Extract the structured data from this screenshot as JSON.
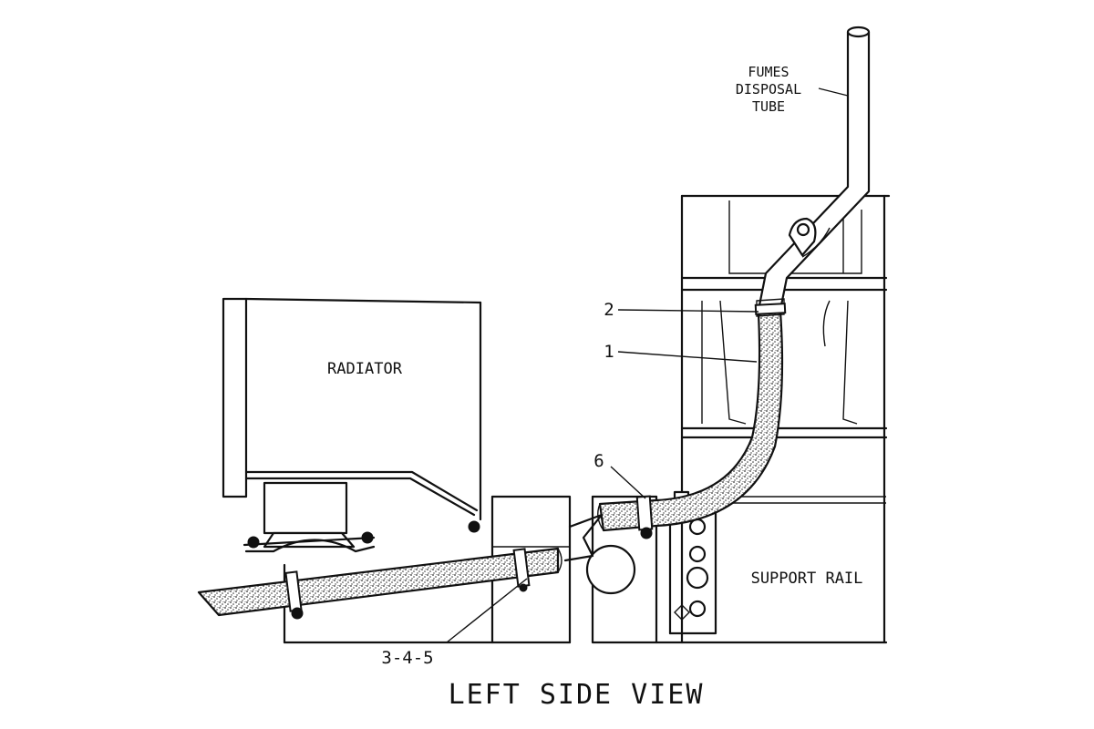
{
  "labels": {
    "fumes_tube_line1": "FUMES",
    "fumes_tube_line2": "DISPOSAL",
    "fumes_tube_line3": "TUBE",
    "radiator": "RADIATOR",
    "support_rail": "SUPPORT RAIL"
  },
  "callouts": {
    "item_1": "1",
    "item_2": "2",
    "item_3_4_5": "3-4-5",
    "item_6": "6"
  },
  "caption": "LEFT SIDE VIEW"
}
